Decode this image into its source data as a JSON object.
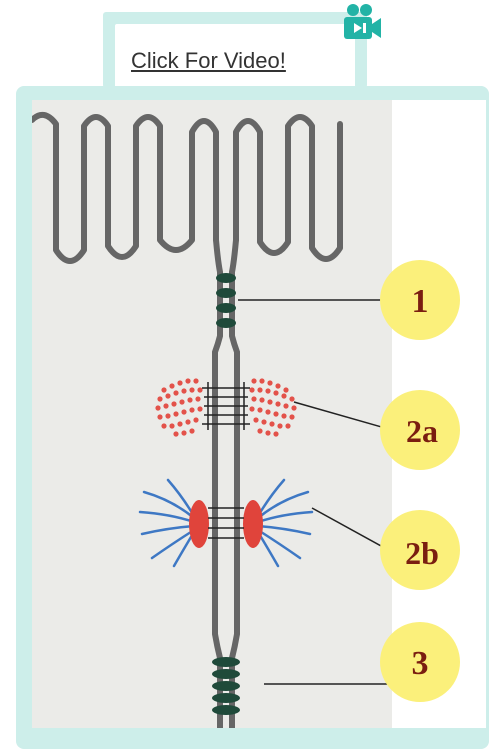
{
  "video_link": {
    "label": "Click For Video!"
  },
  "labels": [
    {
      "text": "1"
    },
    {
      "text": "2a"
    },
    {
      "text": "2b"
    },
    {
      "text": "3"
    }
  ],
  "colors": {
    "accent_teal": "#cdeeea",
    "icon_teal": "#22b3a6",
    "label_circle": "#fbf07b",
    "label_text": "#7a1e10",
    "membrane": "#666666",
    "dots": "#e3524a",
    "fibers": "#3e78c4",
    "plaque": "#e0443b",
    "junction_dark": "#1f4a3a"
  }
}
